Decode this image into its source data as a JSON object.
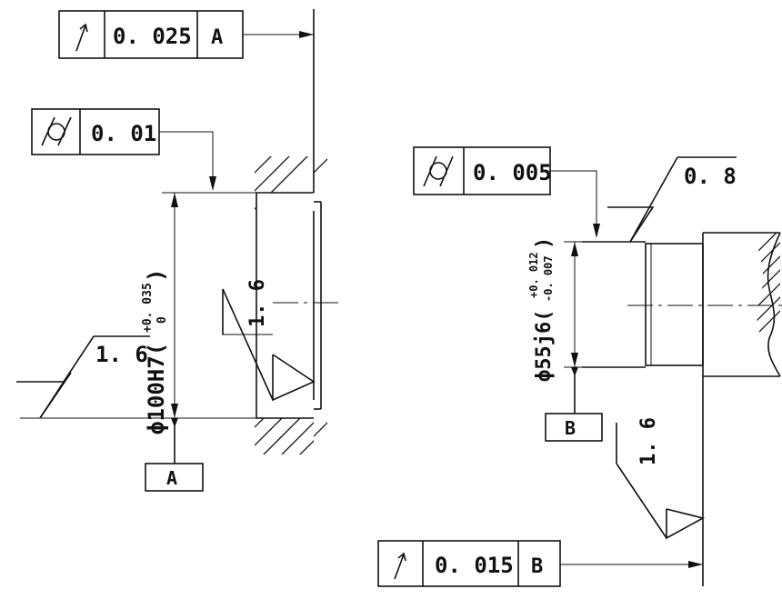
{
  "left_part": {
    "runout_frame": {
      "symbol": "circular-runout-icon",
      "value": "0. 025",
      "datum": "A"
    },
    "cylindricity_frame": {
      "symbol": "cylindricity-icon",
      "value": "0. 01"
    },
    "diameter_dim": {
      "main": "ϕ100H7(",
      "upper": "+0. 035",
      "lower": "0",
      "close": ")"
    },
    "roughness_outer": "1. 6",
    "roughness_inner": "1. 6",
    "datum_label": "A"
  },
  "right_part": {
    "cylindricity_frame": {
      "symbol": "cylindricity-icon",
      "value": "0. 005"
    },
    "roughness_top": "0. 8",
    "diameter_dim": {
      "main": "ϕ55j6(",
      "upper": "+0. 012",
      "lower": "-0. 007",
      "close": ")"
    },
    "datum_label": "B",
    "roughness_side": "1. 6",
    "runout_frame": {
      "symbol": "circular-runout-icon",
      "value": "0. 015",
      "datum": "B"
    }
  }
}
